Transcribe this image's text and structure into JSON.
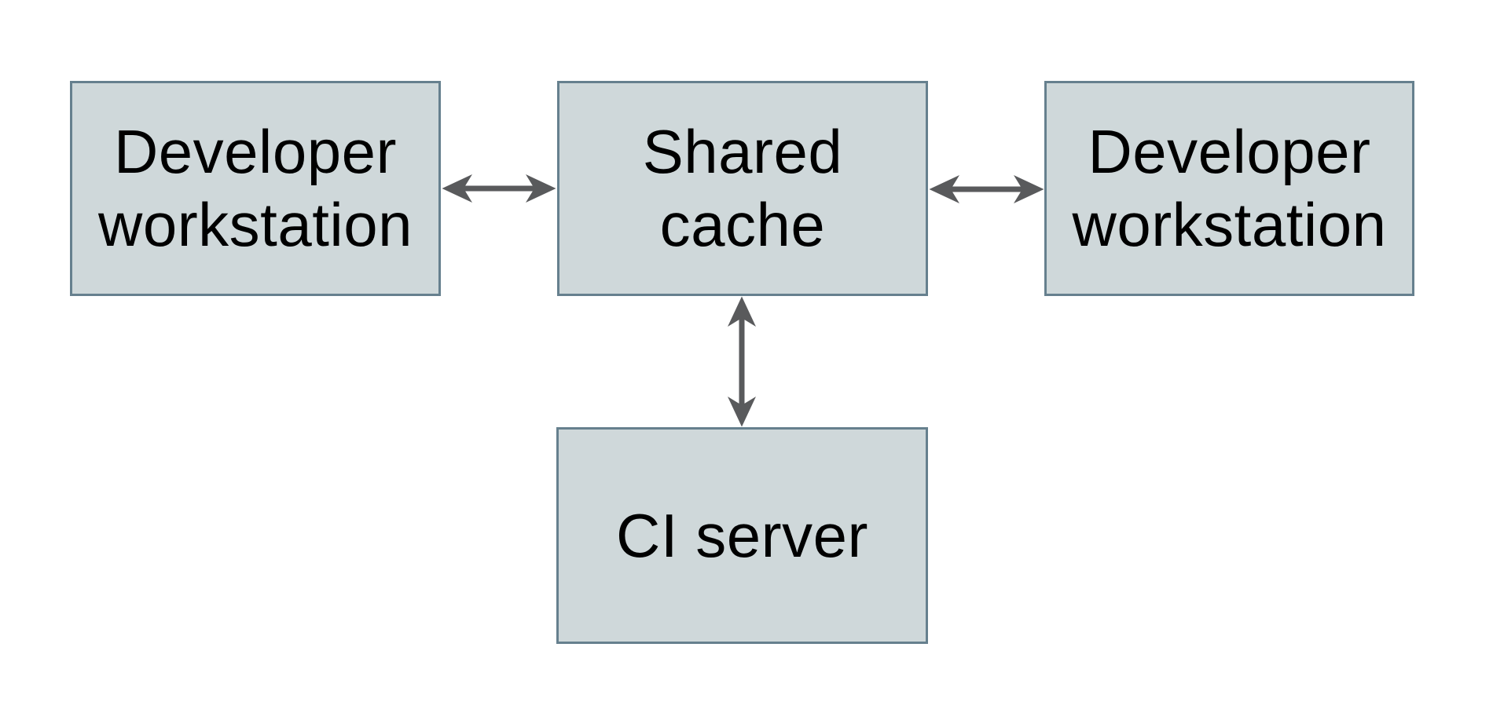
{
  "colors": {
    "background": "#ffffff",
    "node-fill": "#cfd8da",
    "node-border": "#66808e",
    "arrow": "#595a5c",
    "text": "#000000"
  },
  "nodes": [
    {
      "id": "developer-workstation-left",
      "label": "Developer\nworkstation"
    },
    {
      "id": "shared-cache",
      "label": "Shared\ncache"
    },
    {
      "id": "developer-workstation-right",
      "label": "Developer\nworkstation"
    },
    {
      "id": "ci-server",
      "label": "CI server"
    }
  ],
  "edges": [
    {
      "from": "developer-workstation-left",
      "to": "shared-cache",
      "direction": "bidirectional"
    },
    {
      "from": "shared-cache",
      "to": "developer-workstation-right",
      "direction": "bidirectional"
    },
    {
      "from": "shared-cache",
      "to": "ci-server",
      "direction": "bidirectional"
    }
  ]
}
